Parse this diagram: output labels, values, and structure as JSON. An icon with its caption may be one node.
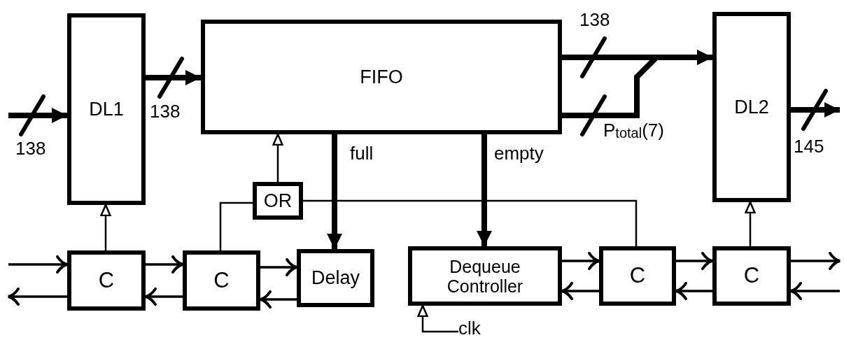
{
  "diagram": {
    "nodes": [
      {
        "text": [
          "DL1"
        ]
      },
      {
        "text": [
          "FIFO"
        ]
      },
      {
        "text": [
          "DL2"
        ]
      },
      {
        "text": [
          "OR"
        ]
      },
      {
        "text": [
          "C"
        ]
      },
      {
        "text": [
          "C"
        ]
      },
      {
        "text": [
          "Delay"
        ]
      },
      {
        "text": [
          "Dequeue Controller"
        ]
      },
      {
        "text": [
          "C"
        ]
      },
      {
        "text": [
          "C"
        ]
      },
      {
        "text": [
          "clk"
        ]
      }
    ],
    "edges": [
      {
        "from": null,
        "to": 0,
        "arrow": "to",
        "style": "thick",
        "label": "138"
      },
      {
        "from": 0,
        "to": 1,
        "arrow": "to",
        "style": "thick",
        "label": "138"
      },
      {
        "from": 1,
        "to": 2,
        "arrow": "to",
        "style": "thick",
        "label": "138"
      },
      {
        "from": 1,
        "to": 2,
        "arrow": "to",
        "style": "thick",
        "label": "P$_{total}$(7)"
      },
      {
        "from": 2,
        "to": null,
        "arrow": "to",
        "style": "thick",
        "label": "145"
      },
      {
        "from": 1,
        "to": 6,
        "arrow": "to",
        "style": "thick",
        "label": "full"
      },
      {
        "from": 1,
        "to": 7,
        "arrow": "to",
        "style": "thick",
        "label": "empty"
      },
      {
        "from": 4,
        "to": 0,
        "arrow": "to"
      },
      {
        "from": 3,
        "to": 1,
        "arrow": "to"
      },
      {
        "from": 5,
        "to": 3,
        "arrow": "none"
      },
      {
        "from": 8,
        "to": 3,
        "arrow": "none"
      },
      {
        "from": 9,
        "to": 2,
        "arrow": "to"
      },
      {
        "from": 10,
        "to": 7,
        "arrow": "to"
      },
      {
        "from": null,
        "to": 4,
        "arrow": "to"
      },
      {
        "from": 4,
        "to": null,
        "arrow": "to"
      },
      {
        "from": 4,
        "to": 5,
        "arrow": "to"
      },
      {
        "from": 5,
        "to": 4,
        "arrow": "to"
      },
      {
        "from": 5,
        "to": 6,
        "arrow": "to"
      },
      {
        "from": 6,
        "to": 5,
        "arrow": "to"
      },
      {
        "from": 7,
        "to": 8,
        "arrow": "to"
      },
      {
        "from": 8,
        "to": 7,
        "arrow": "to"
      },
      {
        "from": 8,
        "to": 9,
        "arrow": "to"
      },
      {
        "from": 9,
        "to": 8,
        "arrow": "to"
      },
      {
        "from": 9,
        "to": null,
        "arrow": "to"
      },
      {
        "from": null,
        "to": 9,
        "arrow": "to"
      }
    ]
  }
}
